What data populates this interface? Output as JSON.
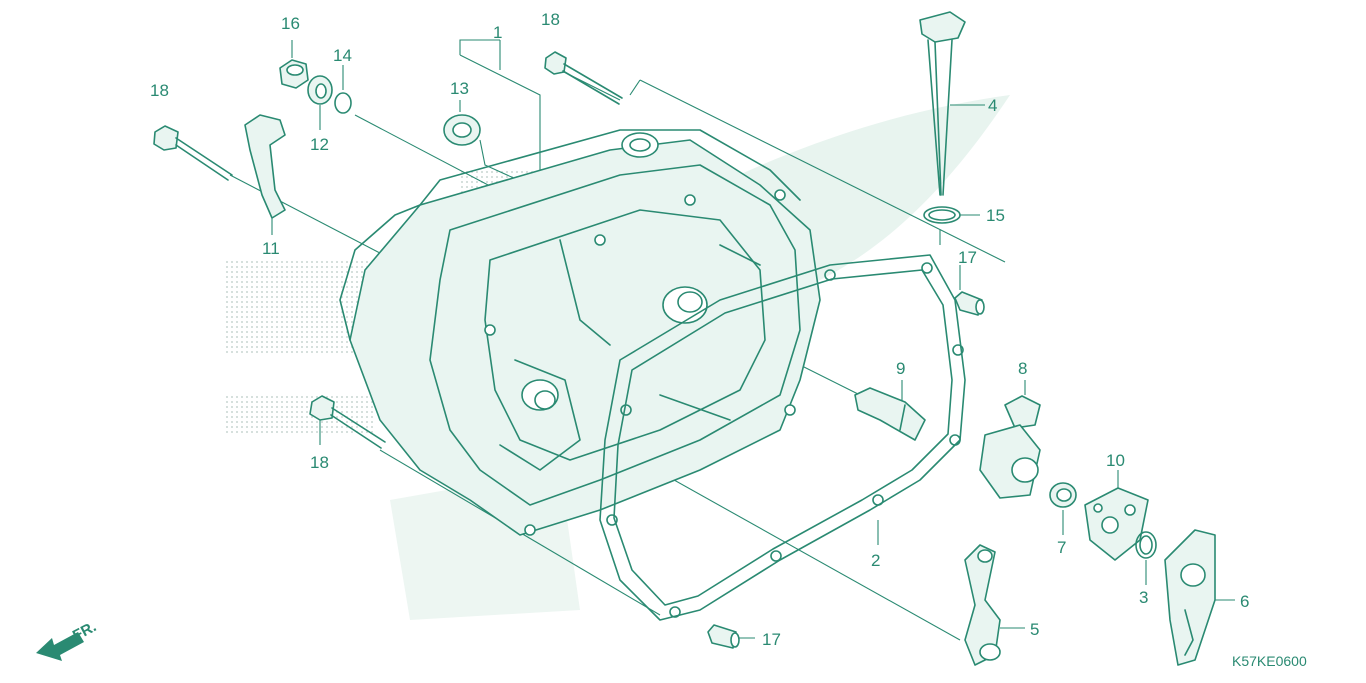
{
  "diagram": {
    "colors": {
      "line": "#2a8a72",
      "watermark": "#e8f4ef",
      "dots": "#d4dedb"
    },
    "callouts": [
      {
        "id": "c1",
        "text": "1"
      },
      {
        "id": "c2",
        "text": "2"
      },
      {
        "id": "c3",
        "text": "3"
      },
      {
        "id": "c4",
        "text": "4"
      },
      {
        "id": "c5",
        "text": "5"
      },
      {
        "id": "c6",
        "text": "6"
      },
      {
        "id": "c7",
        "text": "7"
      },
      {
        "id": "c8",
        "text": "8"
      },
      {
        "id": "c9",
        "text": "9"
      },
      {
        "id": "c10",
        "text": "10"
      },
      {
        "id": "c11",
        "text": "11"
      },
      {
        "id": "c12",
        "text": "12"
      },
      {
        "id": "c13",
        "text": "13"
      },
      {
        "id": "c14",
        "text": "14"
      },
      {
        "id": "c15",
        "text": "15"
      },
      {
        "id": "c16",
        "text": "16"
      },
      {
        "id": "c17a",
        "text": "17"
      },
      {
        "id": "c17b",
        "text": "17"
      },
      {
        "id": "c18a",
        "text": "18"
      },
      {
        "id": "c18b",
        "text": "18"
      },
      {
        "id": "c18c",
        "text": "18"
      }
    ],
    "front_indicator": "FR.",
    "drawing_code": "K57KE0600"
  }
}
